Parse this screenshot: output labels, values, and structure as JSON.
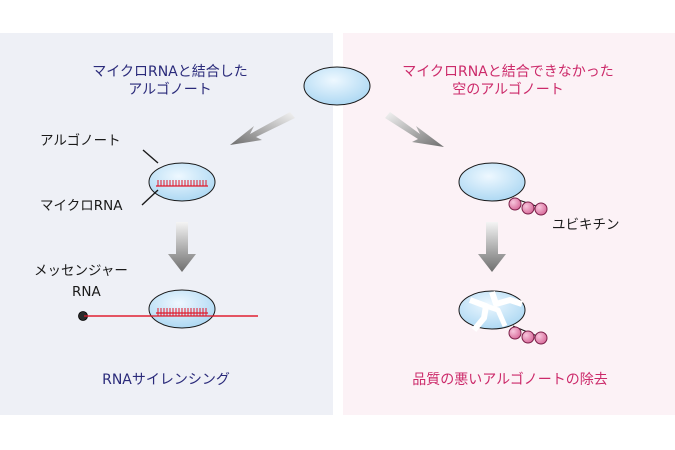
{
  "colors": {
    "left_panel_bg": "#eef0f6",
    "right_panel_bg": "#fcf2f6",
    "ago_fill": "#c8e6f8",
    "ago_stroke": "#1a1a1a",
    "rna_red": "#e0182a",
    "ubiquitin_pink": "#e891b4",
    "arrow_gray": "#7a7a7a",
    "navy_text": "#2a2a7a",
    "pink_text": "#cc2a6a"
  },
  "left": {
    "title_line1": "マイクロRNAと結合した",
    "title_line2": "アルゴノート",
    "label_argonaute": "アルゴノート",
    "label_microrna": "マイクロRNA",
    "label_messenger_line1": "メッセンジャー",
    "label_messenger_line2": "RNA",
    "caption": "RNAサイレンシング"
  },
  "right": {
    "title_line1": "マイクロRNAと結合できなかった",
    "title_line2": "空のアルゴノート",
    "label_ubiquitin": "ユビキチン",
    "caption": "品質の悪いアルゴノートの除去"
  }
}
